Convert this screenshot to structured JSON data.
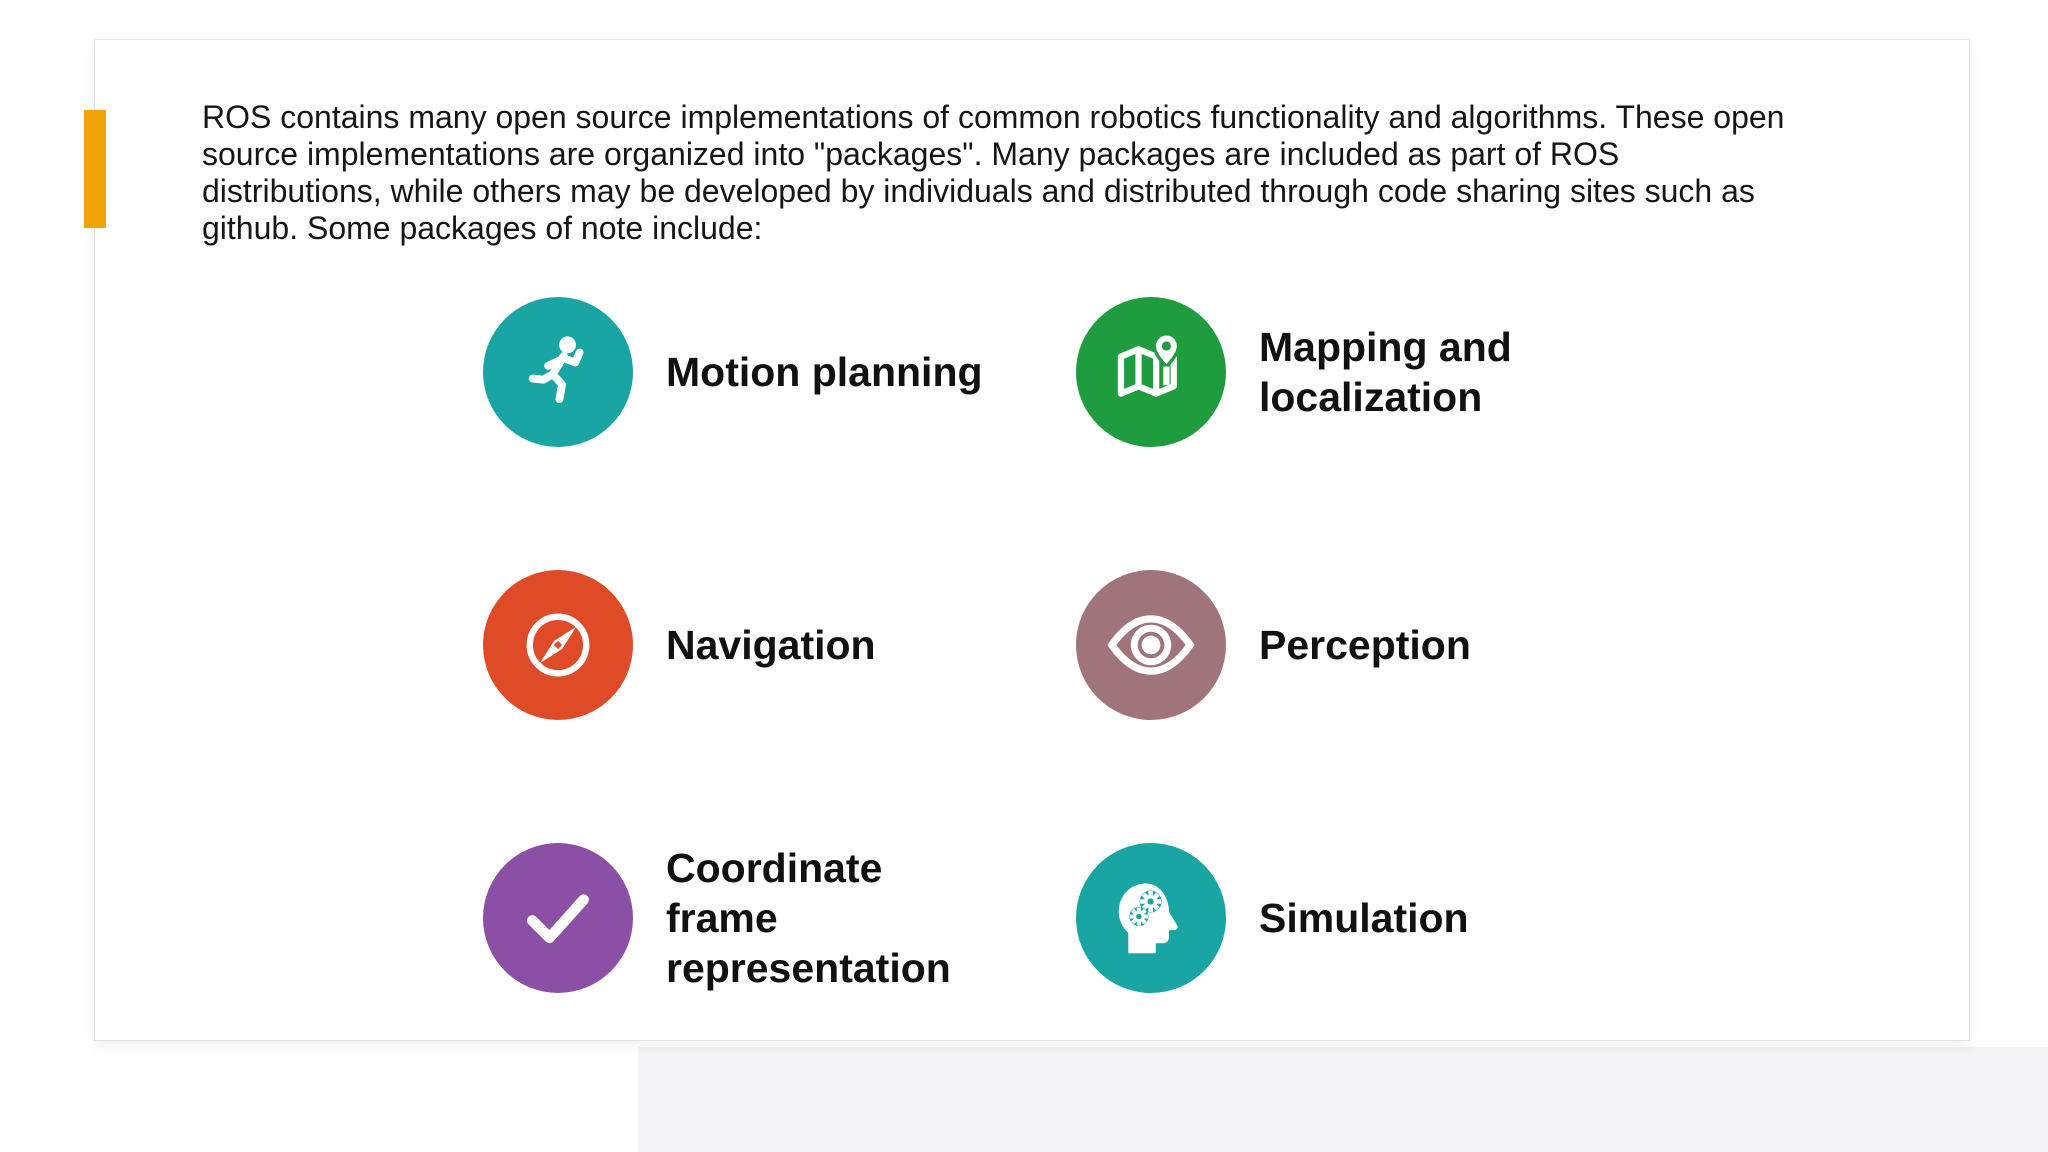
{
  "intro": {
    "text": "ROS contains many open source implementations of common robotics functionality and algorithms. These open\nsource implementations are organized into \"packages\". Many packages are included as part of ROS\ndistributions, while others may be developed by individuals and distributed through code sharing sites such as\ngithub. Some packages of note include:"
  },
  "accent": {
    "bar_color": "#F1A40A"
  },
  "features": [
    {
      "label": "Motion planning",
      "icon": "runner-icon",
      "color": "#1AA5A5"
    },
    {
      "label": "Mapping and\nlocalization",
      "icon": "map-pin-icon",
      "color": "#1F9D3E"
    },
    {
      "label": "Navigation",
      "icon": "compass-icon",
      "color": "#DF4B27"
    },
    {
      "label": "Perception",
      "icon": "eye-icon",
      "color": "#A0747B"
    },
    {
      "label": "Coordinate\nframe\nrepresentation",
      "icon": "checkmark-icon",
      "color": "#8B50A5"
    },
    {
      "label": "Simulation",
      "icon": "head-gears-icon",
      "color": "#1AA5A5"
    }
  ]
}
